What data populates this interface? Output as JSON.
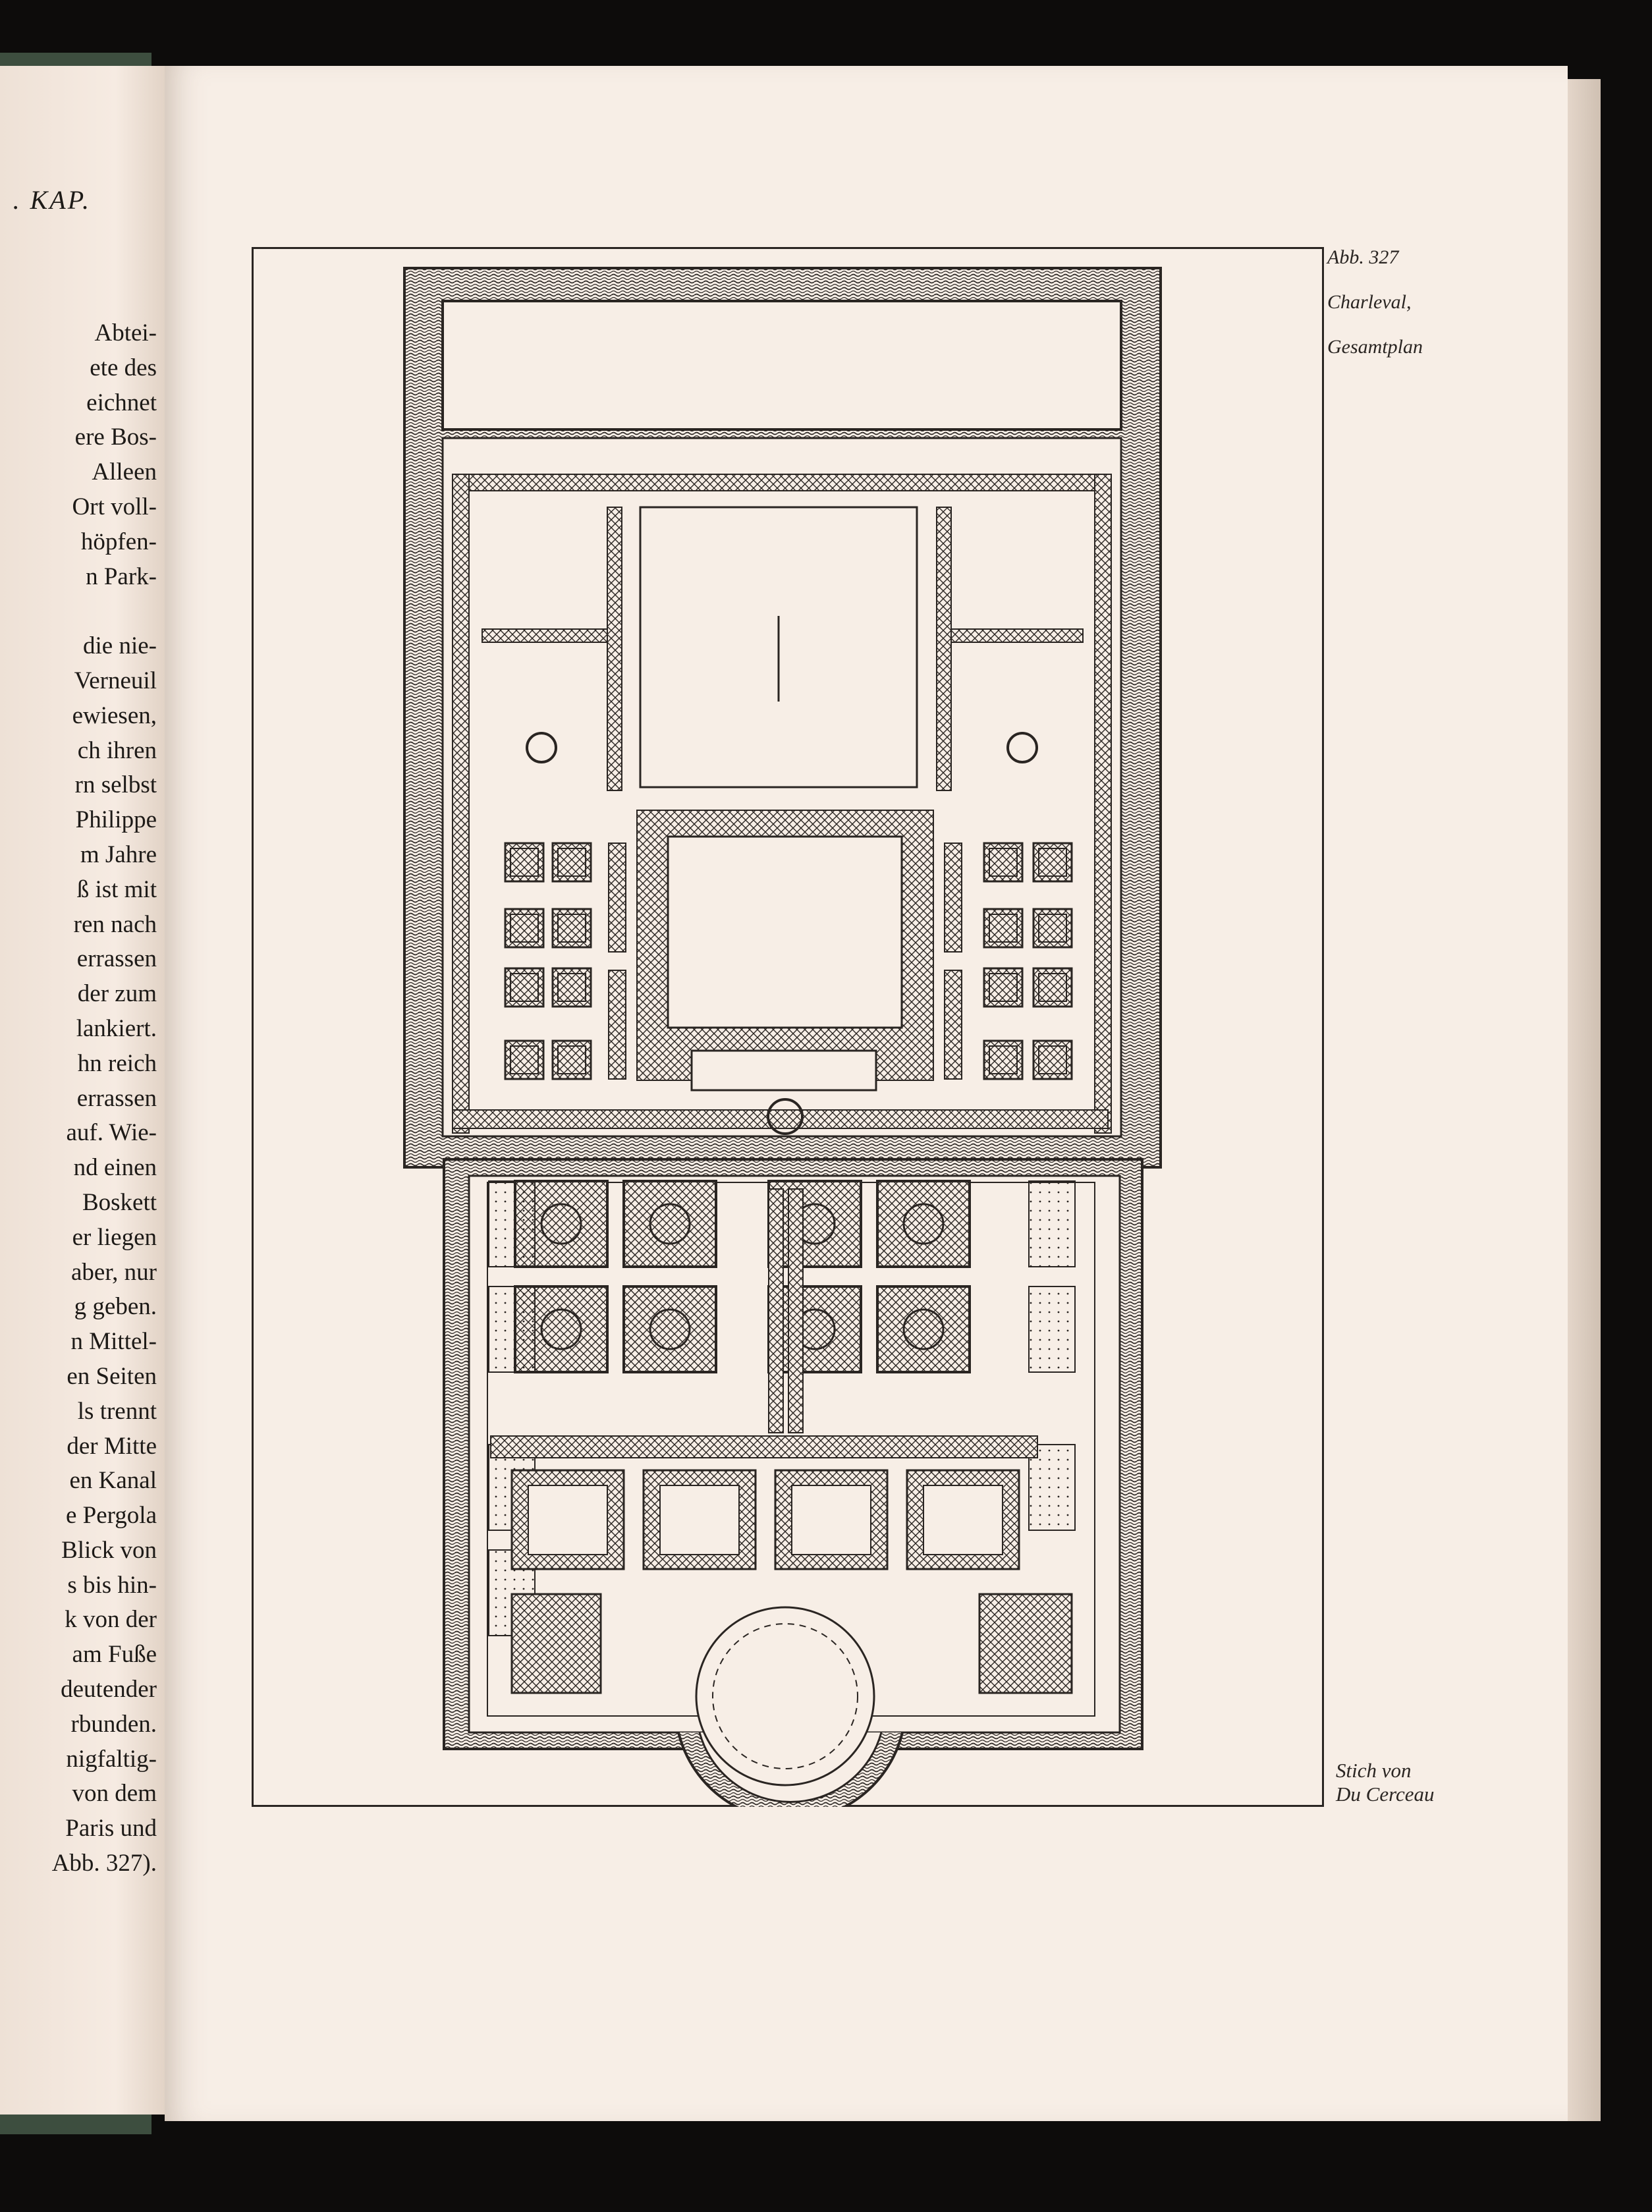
{
  "left_page": {
    "heading": ". KAP.",
    "lines": [
      "Abtei-",
      "ete des",
      "eichnet",
      "ere Bos-",
      "Alleen",
      "Ort voll-",
      "höpfen-",
      "n Park-",
      "",
      "die nie-",
      "Verneuil",
      "ewiesen,",
      "ch ihren",
      "rn selbst",
      "Philippe",
      "m Jahre",
      "ß ist mit",
      "ren nach",
      "errassen",
      "der zum",
      "lankiert.",
      "hn reich",
      "errassen",
      "auf. Wie-",
      "nd einen",
      "Boskett",
      "er liegen",
      "aber, nur",
      "g geben.",
      "n Mittel-",
      "en Seiten",
      "ls trennt",
      "der Mitte",
      "en Kanal",
      "e Pergola",
      "Blick von",
      "s bis hin-",
      "k von der",
      "am Fuße",
      "deutender",
      "rbunden.",
      "nigfaltig-",
      "von dem",
      "Paris und",
      "Abb. 327)."
    ]
  },
  "figure": {
    "number": "Abb. 327",
    "title_line1": "Charleval,",
    "title_line2": "Gesamtplan",
    "credit_line1": "Stich von",
    "credit_line2": "Du Cerceau"
  },
  "colors": {
    "paper": "#f7eee6",
    "ink": "#2a2522",
    "cover": "#3d4e3f"
  }
}
